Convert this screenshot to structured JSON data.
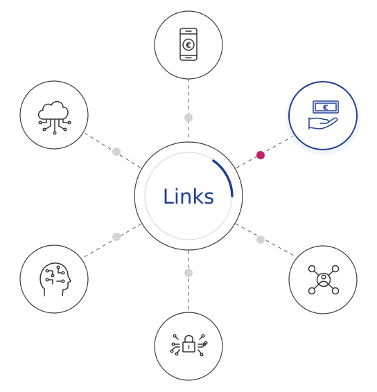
{
  "center": {
    "label": "Links"
  },
  "nodes": [
    {
      "id": "phone-euro",
      "icon": "mobile-euro-icon",
      "glyph": "€",
      "active": false
    },
    {
      "id": "hand-euro",
      "icon": "hand-banknote-euro-icon",
      "glyph": "€",
      "active": true
    },
    {
      "id": "network-person",
      "icon": "network-person-icon",
      "active": false
    },
    {
      "id": "lock-circuit",
      "icon": "lock-circuit-icon",
      "active": false
    },
    {
      "id": "head-circuit",
      "icon": "ai-head-icon",
      "active": false
    },
    {
      "id": "cloud-network",
      "icon": "cloud-network-icon",
      "active": false
    }
  ],
  "colors": {
    "accent_blue": "#1f3f93",
    "accent_pink": "#c8206e",
    "dot_gray": "#d4d4d4",
    "line_dark": "#3c3c3c"
  }
}
